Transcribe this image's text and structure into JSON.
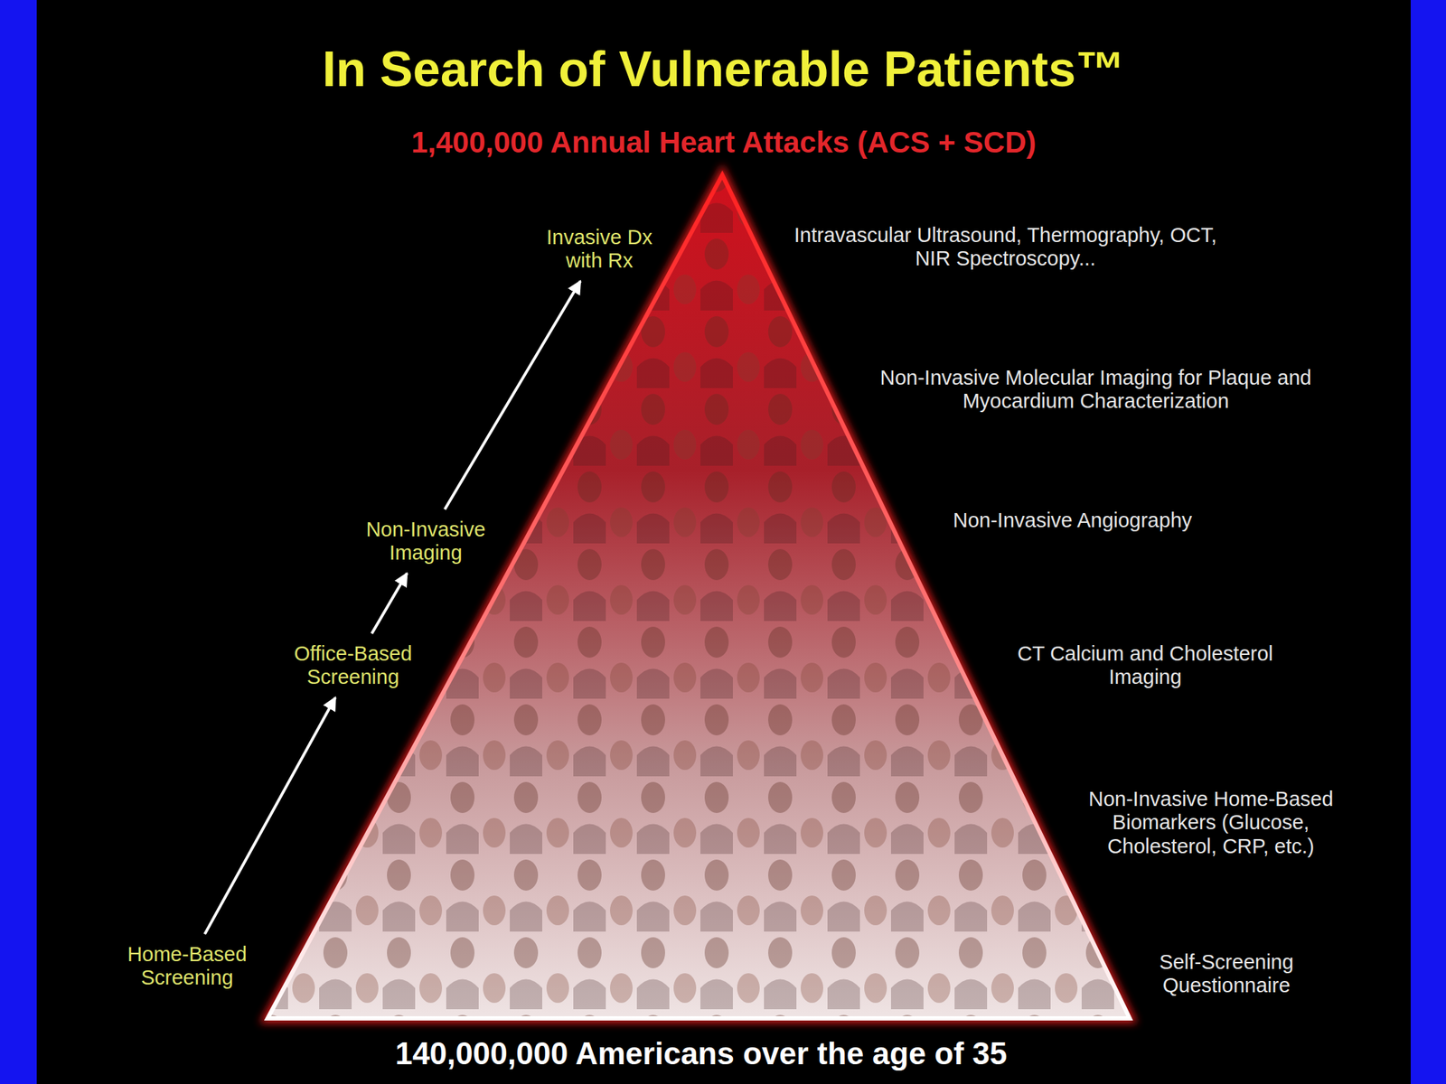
{
  "diagram": {
    "title": "In Search of Vulnerable Patients™",
    "caption": "140,000,000 Americans over the age of 35",
    "nodes": [
      {
        "text": [
          "Invasive Dx with Rx"
        ]
      },
      {
        "text": [
          "Non-Invasive Imaging"
        ]
      },
      {
        "text": [
          "Office-Based Screening"
        ]
      },
      {
        "text": [
          "Home-Based Screening"
        ]
      }
    ],
    "edges": [
      {
        "from": 3,
        "to": 2,
        "arrow": "to"
      },
      {
        "from": 2,
        "to": 1,
        "arrow": "to"
      },
      {
        "from": 1,
        "to": 0,
        "arrow": "to"
      }
    ],
    "labels": [
      "1,400,000 Annual Heart Attacks (ACS + SCD)",
      "Intravascular Ultrasound, Thermography, OCT, NIR Spectroscopy...",
      "Non-Invasive Molecular Imaging for Plaque and Myocardium Characterization",
      "Non-Invasive Angiography",
      "CT Calcium and Cholesterol Imaging",
      "Non-Invasive Home-Based Biomarkers (Glucose, Cholesterol, CRP, etc.)",
      "Self-Screening Questionnaire"
    ]
  }
}
